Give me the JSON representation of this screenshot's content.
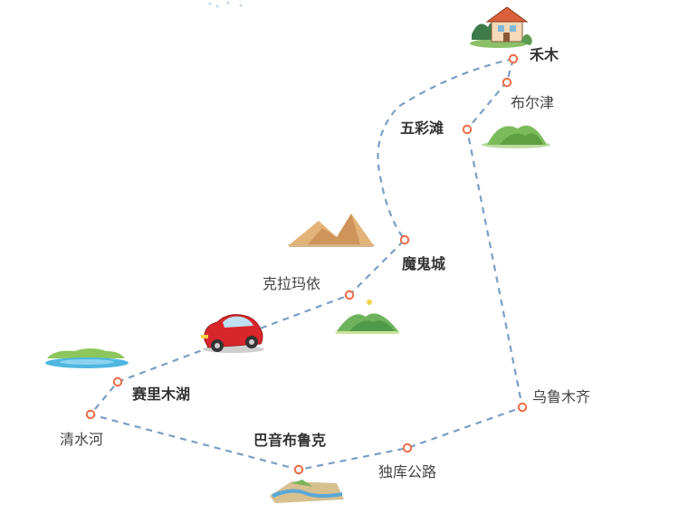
{
  "route": {
    "line_color": "#7a9fc4",
    "stop_color": "#ef6a45",
    "stops": [
      {
        "id": "hemu",
        "label": "禾木",
        "emphasis": true
      },
      {
        "id": "buerjin",
        "label": "布尔津",
        "emphasis": false
      },
      {
        "id": "wucaitan",
        "label": "五彩滩",
        "emphasis": true
      },
      {
        "id": "moguicheng",
        "label": "魔鬼城",
        "emphasis": true
      },
      {
        "id": "kelamayi",
        "label": "克拉玛依",
        "emphasis": false
      },
      {
        "id": "sailimuhu",
        "label": "赛里木湖",
        "emphasis": true
      },
      {
        "id": "qingshuihe",
        "label": "清水河",
        "emphasis": false
      },
      {
        "id": "bayinbuluke",
        "label": "巴音布鲁克",
        "emphasis": true
      },
      {
        "id": "dukugonglu",
        "label": "独库公路",
        "emphasis": false
      },
      {
        "id": "wulumuqi",
        "label": "乌鲁木齐",
        "emphasis": false
      }
    ]
  },
  "illustrations": [
    {
      "name": "house-icon"
    },
    {
      "name": "green-hill-icon"
    },
    {
      "name": "desert-dunes-icon"
    },
    {
      "name": "mountain-sun-icon"
    },
    {
      "name": "red-car-icon"
    },
    {
      "name": "lake-icon"
    },
    {
      "name": "river-valley-icon"
    }
  ]
}
